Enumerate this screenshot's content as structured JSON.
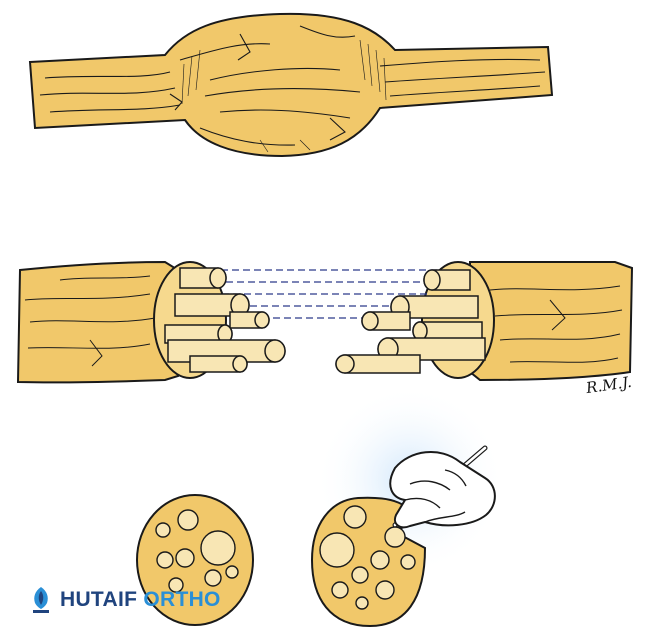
{
  "colors": {
    "nerve_fill": "#f1c86a",
    "nerve_light": "#f6d98e",
    "fascicle_fill": "#f8e6b4",
    "outline": "#1a1a1a",
    "guide_line": "#2c3a8a",
    "glow": "#cfe6fb",
    "brand_dark": "#20447e",
    "brand_light": "#2a8fd6"
  },
  "icons": {
    "logo": "hutaif-ortho-logo-icon",
    "hand": "hand-holding-pen-icon"
  },
  "watermark": {
    "brand_part1": "HUTAIF",
    "brand_part2": " ORTHO"
  },
  "signature": "R.M.J."
}
